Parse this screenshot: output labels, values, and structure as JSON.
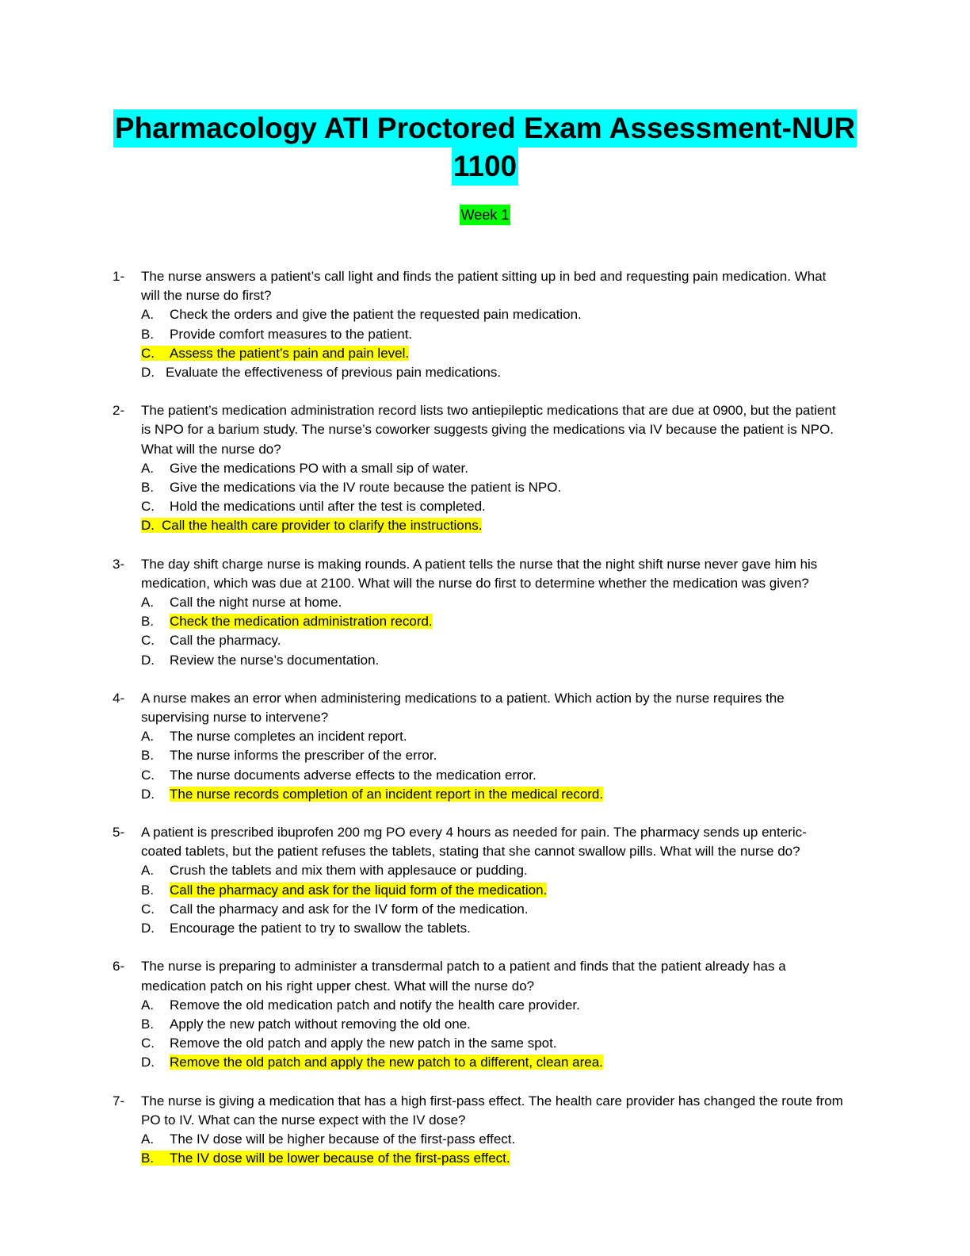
{
  "title": {
    "line1": "Pharmacology ATI Proctored Exam Assessment-NUR",
    "line2": "1100"
  },
  "week": "Week 1",
  "questions": [
    {
      "num": "1-",
      "stem": "The nurse answers a patient’s call light and finds the patient sitting up in bed and requesting pain medication. What will the nurse do first?",
      "options": [
        {
          "letter": "A.",
          "text": "Check the orders and give the patient the requested pain medication."
        },
        {
          "letter": "B.",
          "text": "Provide comfort measures to the patient."
        },
        {
          "letter": "C.",
          "text": "Assess the patient’s pain and pain level."
        },
        {
          "letter": "D.",
          "text": "Evaluate the effectiveness of previous pain medications."
        }
      ]
    },
    {
      "num": "2-",
      "stem": "The patient’s medication administration record lists two antiepileptic medications that are due at 0900, but the patient is NPO for a barium study. The nurse’s coworker suggests giving the medications via IV because the patient is NPO. What will the nurse do?",
      "options": [
        {
          "letter": "A.",
          "text": "Give the medications PO with a small sip of water."
        },
        {
          "letter": "B.",
          "text": "Give the medications via the IV route because the patient is NPO."
        },
        {
          "letter": "C.",
          "text": "Hold the medications until after the test is completed."
        },
        {
          "letter": "D.",
          "text": "Call the health care provider to clarify the instructions."
        }
      ]
    },
    {
      "num": "3-",
      "stem": "The day shift charge nurse is making rounds. A patient tells the nurse that the night shift nurse never gave him his medication, which was due at 2100. What will the nurse do first to determine whether the medication was given?",
      "options": [
        {
          "letter": "A.",
          "text": "Call the night nurse at home."
        },
        {
          "letter": "B.",
          "text": "Check the medication administration record."
        },
        {
          "letter": "C.",
          "text": "Call the pharmacy."
        },
        {
          "letter": "D.",
          "text": "Review the nurse’s documentation."
        }
      ]
    },
    {
      "num": "4-",
      "stem": "A nurse makes an error when administering medications to a patient. Which action by the nurse requires the supervising nurse to intervene?",
      "options": [
        {
          "letter": "A.",
          "text": "The nurse completes an incident report."
        },
        {
          "letter": "B.",
          "text": "The nurse informs the prescriber of the error."
        },
        {
          "letter": "C.",
          "text": "The nurse documents adverse effects to the medication error."
        },
        {
          "letter": "D.",
          "text": "The nurse records completion of an incident report in the medical record."
        }
      ]
    },
    {
      "num": "5-",
      "stem": "A patient is prescribed ibuprofen 200 mg PO every 4 hours as needed for pain. The pharmacy sends up enteric-coated tablets, but the patient refuses the tablets, stating that she cannot swallow pills. What will the nurse do?",
      "options": [
        {
          "letter": "A.",
          "text": "Crush the tablets and mix them with applesauce or pudding."
        },
        {
          "letter": "B.",
          "text": "Call the pharmacy and ask for the liquid form of the medication."
        },
        {
          "letter": "C.",
          "text": "Call the pharmacy and ask for the IV form of the medication."
        },
        {
          "letter": "D.",
          "text": "Encourage the patient to try to swallow the tablets."
        }
      ]
    },
    {
      "num": "6-",
      "stem": "The nurse is preparing to administer a transdermal patch to a patient and finds that the patient already has a medication patch on his right upper chest. What will the nurse do?",
      "options": [
        {
          "letter": "A.",
          "text": "Remove the old medication patch and notify the health care provider."
        },
        {
          "letter": "B.",
          "text": "Apply the new patch without removing the old one."
        },
        {
          "letter": "C.",
          "text": "Remove the old patch and apply the new patch in the same spot."
        },
        {
          "letter": "D.",
          "text": "Remove the old patch and apply the new patch to a different, clean area."
        }
      ]
    },
    {
      "num": "7-",
      "stem": "The nurse is giving a medication that has a high first-pass effect. The health care provider has changed the route from PO to IV. What can the nurse expect with the IV dose?",
      "options": [
        {
          "letter": "A.",
          "text": "The IV dose will be higher because of the first-pass effect."
        },
        {
          "letter": "B.",
          "text": "The IV dose will be lower because of the first-pass effect."
        }
      ]
    }
  ],
  "highlight_color": "#ffff00",
  "title_highlight_color": "#00ffff",
  "week_highlight_color": "#00ff00"
}
